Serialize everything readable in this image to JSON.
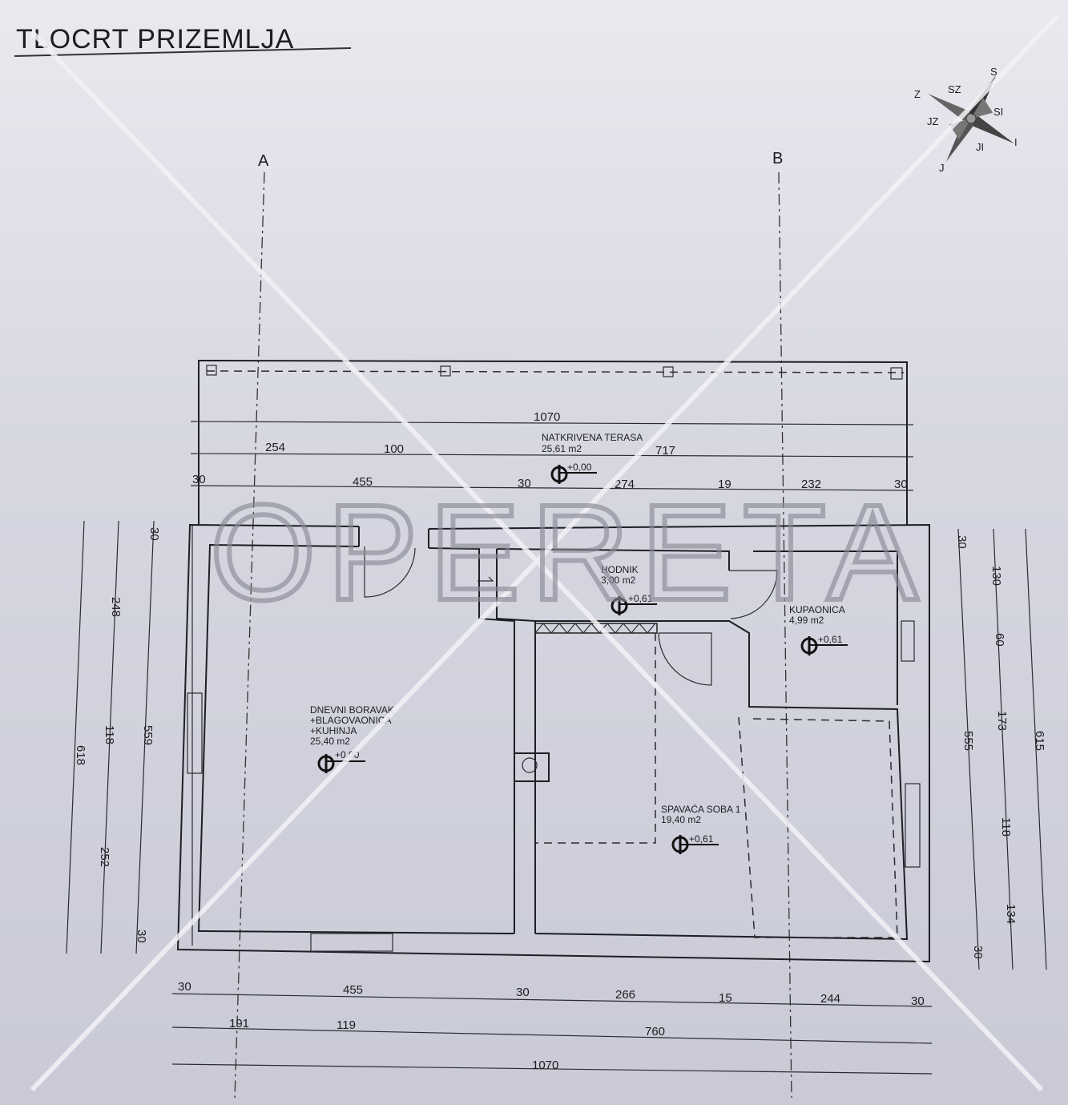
{
  "title": "TLOCRT PRIZEMLJA",
  "axes": {
    "a": "A",
    "b": "B"
  },
  "compass": {
    "labels": [
      "S",
      "SZ",
      "Z",
      "JZ",
      "J",
      "JI",
      "I",
      "SI"
    ]
  },
  "watermark": "OPERETA",
  "rooms": {
    "terrace": {
      "name": "NATKRIVENA TERASA",
      "area": "25,61 m2",
      "level": "+0,00"
    },
    "hallway": {
      "name": "HODNIK",
      "area": "3,00 m2",
      "level": "+0,61"
    },
    "bathroom": {
      "name": "KUPAONICA",
      "area": "4,99 m2",
      "level": "+0,61"
    },
    "living": {
      "name_lines": [
        "DNEVNI BORAVAK",
        "+BLAGOVAONICA",
        "+KUHINJA"
      ],
      "area": "25,40 m2",
      "level": "+0,00"
    },
    "bedroom": {
      "name": "SPAVAĆA SOBA 1",
      "area": "19,40 m2",
      "level": "+0,61"
    }
  },
  "dimensions": {
    "top_total": "1070",
    "top_row2": [
      "254",
      "100",
      "717"
    ],
    "top_row3": [
      "30",
      "455",
      "30",
      "274",
      "19",
      "232",
      "30"
    ],
    "left": {
      "outer": "618",
      "mid": [
        "248",
        "118",
        "252"
      ],
      "inner": [
        "30",
        "559",
        "30"
      ]
    },
    "right": {
      "inner": [
        "30",
        "555",
        "30"
      ],
      "mid": [
        "130",
        "60",
        "173",
        "118",
        "134"
      ],
      "outer": "615"
    },
    "bottom_row1": [
      "30",
      "455",
      "30",
      "266",
      "15",
      "244",
      "30"
    ],
    "bottom_row2": [
      "191",
      "119",
      "760"
    ],
    "bottom_total": "1070"
  }
}
